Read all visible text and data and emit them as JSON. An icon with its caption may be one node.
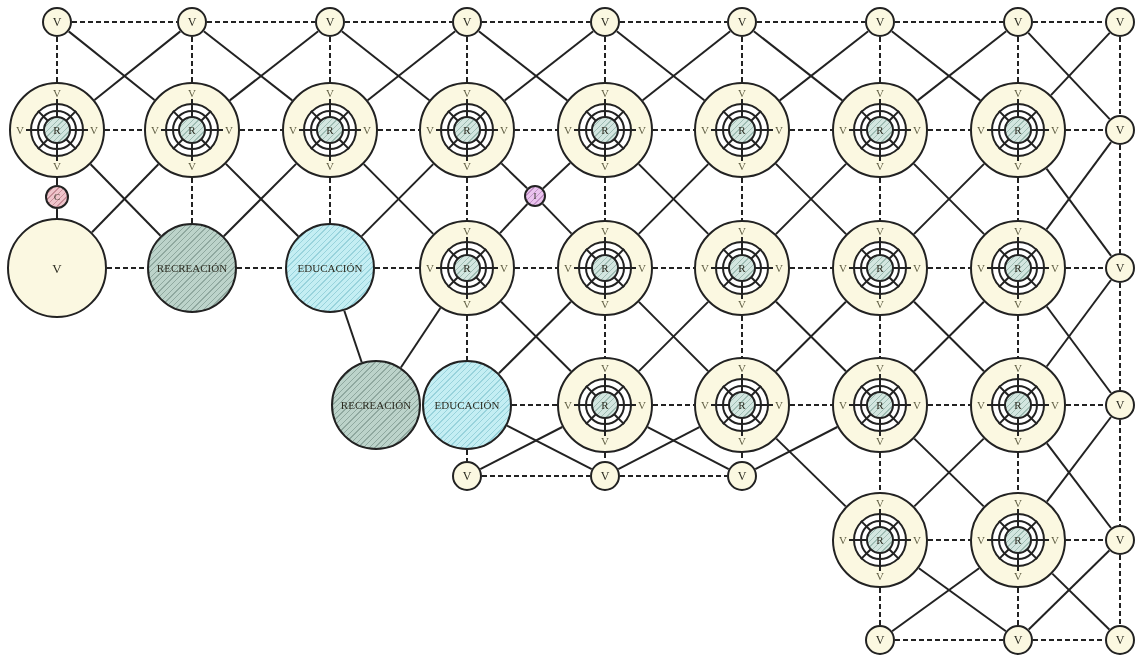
{
  "diagram": {
    "nodes": [
      {
        "text": [
          "V"
        ]
      },
      {
        "text": [
          "V"
        ]
      },
      {
        "text": [
          "V"
        ]
      },
      {
        "text": [
          "V"
        ]
      },
      {
        "text": [
          "V"
        ]
      },
      {
        "text": [
          "V"
        ]
      },
      {
        "text": [
          "V"
        ]
      },
      {
        "text": [
          "V"
        ]
      },
      {
        "text": [
          "V"
        ]
      },
      {
        "text": [
          "V",
          "V",
          "V",
          "V"
        ]
      },
      {
        "text": [
          "R"
        ],
        "in": 9
      },
      {
        "text": [
          "V",
          "V",
          "V",
          "V"
        ]
      },
      {
        "text": [
          "R"
        ],
        "in": 11
      },
      {
        "text": [
          "V",
          "V",
          "V",
          "V"
        ]
      },
      {
        "text": [
          "R"
        ],
        "in": 13
      },
      {
        "text": [
          "V",
          "V",
          "V",
          "V"
        ]
      },
      {
        "text": [
          "R"
        ],
        "in": 15
      },
      {
        "text": [
          "V",
          "V",
          "V",
          "V"
        ]
      },
      {
        "text": [
          "R"
        ],
        "in": 17
      },
      {
        "text": [
          "V",
          "V",
          "V",
          "V"
        ]
      },
      {
        "text": [
          "R"
        ],
        "in": 19
      },
      {
        "text": [
          "V",
          "V",
          "V",
          "V"
        ]
      },
      {
        "text": [
          "R"
        ],
        "in": 21
      },
      {
        "text": [
          "V",
          "V",
          "V",
          "V"
        ]
      },
      {
        "text": [
          "R"
        ],
        "in": 23
      },
      {
        "text": [
          "V"
        ]
      },
      {
        "text": [
          "C"
        ]
      },
      {
        "text": [
          "I"
        ]
      },
      {
        "text": [
          "V"
        ]
      },
      {
        "text": [
          "RECREACIÓN"
        ]
      },
      {
        "text": [
          "EDUCACIÓN"
        ]
      },
      {
        "text": [
          "V",
          "V",
          "V",
          "V"
        ]
      },
      {
        "text": [
          "R"
        ],
        "in": 31
      },
      {
        "text": [
          "V",
          "V",
          "V",
          "V"
        ]
      },
      {
        "text": [
          "R"
        ],
        "in": 33
      },
      {
        "text": [
          "V",
          "V",
          "V",
          "V"
        ]
      },
      {
        "text": [
          "R"
        ],
        "in": 35
      },
      {
        "text": [
          "V",
          "V",
          "V",
          "V"
        ]
      },
      {
        "text": [
          "R"
        ],
        "in": 37
      },
      {
        "text": [
          "V",
          "V",
          "V",
          "V"
        ]
      },
      {
        "text": [
          "R"
        ],
        "in": 39
      },
      {
        "text": [
          "V"
        ]
      },
      {
        "text": [
          "RECREACIÓN"
        ]
      },
      {
        "text": [
          "EDUCACIÓN"
        ]
      },
      {
        "text": [
          "V",
          "V",
          "V",
          "V"
        ]
      },
      {
        "text": [
          "R"
        ],
        "in": 44
      },
      {
        "text": [
          "V",
          "V",
          "V",
          "V"
        ]
      },
      {
        "text": [
          "R"
        ],
        "in": 46
      },
      {
        "text": [
          "V",
          "V",
          "V",
          "V"
        ]
      },
      {
        "text": [
          "R"
        ],
        "in": 48
      },
      {
        "text": [
          "V",
          "V",
          "V",
          "V"
        ]
      },
      {
        "text": [
          "R"
        ],
        "in": 50
      },
      {
        "text": [
          "V"
        ]
      },
      {
        "text": [
          "V"
        ]
      },
      {
        "text": [
          "V"
        ]
      },
      {
        "text": [
          "V"
        ]
      },
      {
        "text": [
          "V",
          "V",
          "V",
          "V"
        ]
      },
      {
        "text": [
          "R"
        ],
        "in": 56
      },
      {
        "text": [
          "V",
          "V",
          "V",
          "V"
        ]
      },
      {
        "text": [
          "R"
        ],
        "in": 58
      },
      {
        "text": [
          "V"
        ]
      },
      {
        "text": [
          "V"
        ]
      },
      {
        "text": [
          "V"
        ]
      },
      {
        "text": [
          "V"
        ]
      }
    ],
    "edges": [
      {
        "from": 0,
        "to": 1,
        "arrow": "none",
        "style": "dashed"
      },
      {
        "from": 1,
        "to": 2,
        "arrow": "none",
        "style": "dashed"
      },
      {
        "from": 2,
        "to": 3,
        "arrow": "none",
        "style": "dashed"
      },
      {
        "from": 3,
        "to": 4,
        "arrow": "none",
        "style": "dashed"
      },
      {
        "from": 4,
        "to": 5,
        "arrow": "none",
        "style": "dashed"
      },
      {
        "from": 5,
        "to": 6,
        "arrow": "none",
        "style": "dashed"
      },
      {
        "from": 6,
        "to": 7,
        "arrow": "none",
        "style": "dashed"
      },
      {
        "from": 7,
        "to": 8,
        "arrow": "none",
        "style": "dashed"
      },
      {
        "from": 9,
        "to": 11,
        "arrow": "none",
        "style": "dashed"
      },
      {
        "from": 11,
        "to": 13,
        "arrow": "none",
        "style": "dashed"
      },
      {
        "from": 13,
        "to": 15,
        "arrow": "none",
        "style": "dashed"
      },
      {
        "from": 15,
        "to": 17,
        "arrow": "none",
        "style": "dashed"
      },
      {
        "from": 17,
        "to": 19,
        "arrow": "none",
        "style": "dashed"
      },
      {
        "from": 19,
        "to": 21,
        "arrow": "none",
        "style": "dashed"
      },
      {
        "from": 21,
        "to": 23,
        "arrow": "none",
        "style": "dashed"
      },
      {
        "from": 23,
        "to": 25,
        "arrow": "none",
        "style": "dashed"
      },
      {
        "from": 28,
        "to": 29,
        "arrow": "none",
        "style": "dashed"
      },
      {
        "from": 29,
        "to": 30,
        "arrow": "none",
        "style": "dashed"
      },
      {
        "from": 30,
        "to": 31,
        "arrow": "none",
        "style": "dashed"
      },
      {
        "from": 31,
        "to": 33,
        "arrow": "none",
        "style": "dashed"
      },
      {
        "from": 33,
        "to": 35,
        "arrow": "none",
        "style": "dashed"
      },
      {
        "from": 35,
        "to": 37,
        "arrow": "none",
        "style": "dashed"
      },
      {
        "from": 37,
        "to": 39,
        "arrow": "none",
        "style": "dashed"
      },
      {
        "from": 39,
        "to": 41,
        "arrow": "none",
        "style": "dashed"
      },
      {
        "from": 43,
        "to": 44,
        "arrow": "none",
        "style": "dashed"
      },
      {
        "from": 44,
        "to": 46,
        "arrow": "none",
        "style": "dashed"
      },
      {
        "from": 46,
        "to": 48,
        "arrow": "none",
        "style": "dashed"
      },
      {
        "from": 48,
        "to": 50,
        "arrow": "none",
        "style": "dashed"
      },
      {
        "from": 50,
        "to": 52,
        "arrow": "none",
        "style": "dashed"
      },
      {
        "from": 53,
        "to": 54,
        "arrow": "none",
        "style": "dashed"
      },
      {
        "from": 54,
        "to": 55,
        "arrow": "none",
        "style": "dashed"
      },
      {
        "from": 56,
        "to": 58,
        "arrow": "none",
        "style": "dashed"
      },
      {
        "from": 58,
        "to": 60,
        "arrow": "none",
        "style": "dashed"
      },
      {
        "from": 61,
        "to": 62,
        "arrow": "none",
        "style": "dashed"
      },
      {
        "from": 62,
        "to": 63,
        "arrow": "none",
        "style": "dashed"
      },
      {
        "from": 0,
        "to": 9,
        "arrow": "none",
        "style": "dashed"
      },
      {
        "from": 1,
        "to": 11,
        "arrow": "none",
        "style": "dashed"
      },
      {
        "from": 2,
        "to": 13,
        "arrow": "none",
        "style": "dashed"
      },
      {
        "from": 3,
        "to": 15,
        "arrow": "none",
        "style": "dashed"
      },
      {
        "from": 4,
        "to": 17,
        "arrow": "none",
        "style": "dashed"
      },
      {
        "from": 5,
        "to": 19,
        "arrow": "none",
        "style": "dashed"
      },
      {
        "from": 6,
        "to": 21,
        "arrow": "none",
        "style": "dashed"
      },
      {
        "from": 7,
        "to": 23,
        "arrow": "none",
        "style": "dashed"
      },
      {
        "from": 8,
        "to": 25,
        "arrow": "none",
        "style": "dashed"
      },
      {
        "from": 9,
        "to": 26,
        "arrow": "none"
      },
      {
        "from": 26,
        "to": 28,
        "arrow": "none"
      },
      {
        "from": 11,
        "to": 29,
        "arrow": "none",
        "style": "dashed"
      },
      {
        "from": 13,
        "to": 30,
        "arrow": "none",
        "style": "dashed"
      },
      {
        "from": 15,
        "to": 31,
        "arrow": "none",
        "style": "dashed"
      },
      {
        "from": 17,
        "to": 33,
        "arrow": "none",
        "style": "dashed"
      },
      {
        "from": 19,
        "to": 35,
        "arrow": "none",
        "style": "dashed"
      },
      {
        "from": 21,
        "to": 37,
        "arrow": "none",
        "style": "dashed"
      },
      {
        "from": 23,
        "to": 39,
        "arrow": "none",
        "style": "dashed"
      },
      {
        "from": 25,
        "to": 41,
        "arrow": "none",
        "style": "dashed"
      },
      {
        "from": 31,
        "to": 43,
        "arrow": "none",
        "style": "dashed"
      },
      {
        "from": 33,
        "to": 44,
        "arrow": "none",
        "style": "dashed"
      },
      {
        "from": 35,
        "to": 46,
        "arrow": "none",
        "style": "dashed"
      },
      {
        "from": 37,
        "to": 48,
        "arrow": "none",
        "style": "dashed"
      },
      {
        "from": 39,
        "to": 50,
        "arrow": "none",
        "style": "dashed"
      },
      {
        "from": 41,
        "to": 52,
        "arrow": "none",
        "style": "dashed"
      },
      {
        "from": 43,
        "to": 53,
        "arrow": "none",
        "style": "dashed"
      },
      {
        "from": 44,
        "to": 54,
        "arrow": "none",
        "style": "dashed"
      },
      {
        "from": 46,
        "to": 55,
        "arrow": "none",
        "style": "dashed"
      },
      {
        "from": 48,
        "to": 56,
        "arrow": "none",
        "style": "dashed"
      },
      {
        "from": 50,
        "to": 58,
        "arrow": "none",
        "style": "dashed"
      },
      {
        "from": 52,
        "to": 60,
        "arrow": "none",
        "style": "dashed"
      },
      {
        "from": 56,
        "to": 61,
        "arrow": "none",
        "style": "dashed"
      },
      {
        "from": 58,
        "to": 62,
        "arrow": "none",
        "style": "dashed"
      },
      {
        "from": 60,
        "to": 63,
        "arrow": "none",
        "style": "dashed"
      },
      {
        "from": 0,
        "to": 11,
        "arrow": "none"
      },
      {
        "from": 1,
        "to": 9,
        "arrow": "none"
      },
      {
        "from": 1,
        "to": 13,
        "arrow": "none"
      },
      {
        "from": 2,
        "to": 11,
        "arrow": "none"
      },
      {
        "from": 2,
        "to": 15,
        "arrow": "none"
      },
      {
        "from": 3,
        "to": 13,
        "arrow": "none"
      },
      {
        "from": 3,
        "to": 17,
        "arrow": "none"
      },
      {
        "from": 4,
        "to": 15,
        "arrow": "none"
      },
      {
        "from": 4,
        "to": 19,
        "arrow": "none"
      },
      {
        "from": 5,
        "to": 17,
        "arrow": "none"
      },
      {
        "from": 5,
        "to": 21,
        "arrow": "none"
      },
      {
        "from": 6,
        "to": 19,
        "arrow": "none"
      },
      {
        "from": 6,
        "to": 23,
        "arrow": "none"
      },
      {
        "from": 7,
        "to": 21,
        "arrow": "none"
      },
      {
        "from": 7,
        "to": 25,
        "arrow": "none"
      },
      {
        "from": 8,
        "to": 23,
        "arrow": "none"
      },
      {
        "from": 9,
        "to": 29,
        "arrow": "none"
      },
      {
        "from": 11,
        "to": 28,
        "arrow": "none"
      },
      {
        "from": 11,
        "to": 30,
        "arrow": "none"
      },
      {
        "from": 13,
        "to": 29,
        "arrow": "none"
      },
      {
        "from": 13,
        "to": 31,
        "arrow": "none"
      },
      {
        "from": 15,
        "to": 30,
        "arrow": "none"
      },
      {
        "from": 15,
        "to": 27,
        "arrow": "none"
      },
      {
        "from": 27,
        "to": 33,
        "arrow": "none"
      },
      {
        "from": 17,
        "to": 27,
        "arrow": "none"
      },
      {
        "from": 27,
        "to": 31,
        "arrow": "none"
      },
      {
        "from": 17,
        "to": 35,
        "arrow": "none"
      },
      {
        "from": 19,
        "to": 33,
        "arrow": "none"
      },
      {
        "from": 19,
        "to": 37,
        "arrow": "none"
      },
      {
        "from": 21,
        "to": 35,
        "arrow": "none"
      },
      {
        "from": 21,
        "to": 39,
        "arrow": "none"
      },
      {
        "from": 23,
        "to": 37,
        "arrow": "none"
      },
      {
        "from": 23,
        "to": 41,
        "arrow": "none"
      },
      {
        "from": 25,
        "to": 39,
        "arrow": "none"
      },
      {
        "from": 30,
        "to": 42,
        "arrow": "none"
      },
      {
        "from": 31,
        "to": 42,
        "arrow": "none"
      },
      {
        "from": 31,
        "to": 44,
        "arrow": "none"
      },
      {
        "from": 33,
        "to": 43,
        "arrow": "none"
      },
      {
        "from": 33,
        "to": 46,
        "arrow": "none"
      },
      {
        "from": 35,
        "to": 44,
        "arrow": "none"
      },
      {
        "from": 35,
        "to": 48,
        "arrow": "none"
      },
      {
        "from": 37,
        "to": 46,
        "arrow": "none"
      },
      {
        "from": 37,
        "to": 50,
        "arrow": "none"
      },
      {
        "from": 39,
        "to": 48,
        "arrow": "none"
      },
      {
        "from": 39,
        "to": 52,
        "arrow": "none"
      },
      {
        "from": 41,
        "to": 50,
        "arrow": "none"
      },
      {
        "from": 43,
        "to": 54,
        "arrow": "none"
      },
      {
        "from": 44,
        "to": 53,
        "arrow": "none"
      },
      {
        "from": 44,
        "to": 55,
        "arrow": "none"
      },
      {
        "from": 46,
        "to": 54,
        "arrow": "none"
      },
      {
        "from": 48,
        "to": 55,
        "arrow": "none"
      },
      {
        "from": 46,
        "to": 56,
        "arrow": "none"
      },
      {
        "from": 48,
        "to": 58,
        "arrow": "none"
      },
      {
        "from": 50,
        "to": 56,
        "arrow": "none"
      },
      {
        "from": 50,
        "to": 60,
        "arrow": "none"
      },
      {
        "from": 52,
        "to": 58,
        "arrow": "none"
      },
      {
        "from": 56,
        "to": 62,
        "arrow": "none"
      },
      {
        "from": 58,
        "to": 61,
        "arrow": "none"
      },
      {
        "from": 58,
        "to": 63,
        "arrow": "none"
      },
      {
        "from": 60,
        "to": 62,
        "arrow": "none"
      }
    ]
  }
}
